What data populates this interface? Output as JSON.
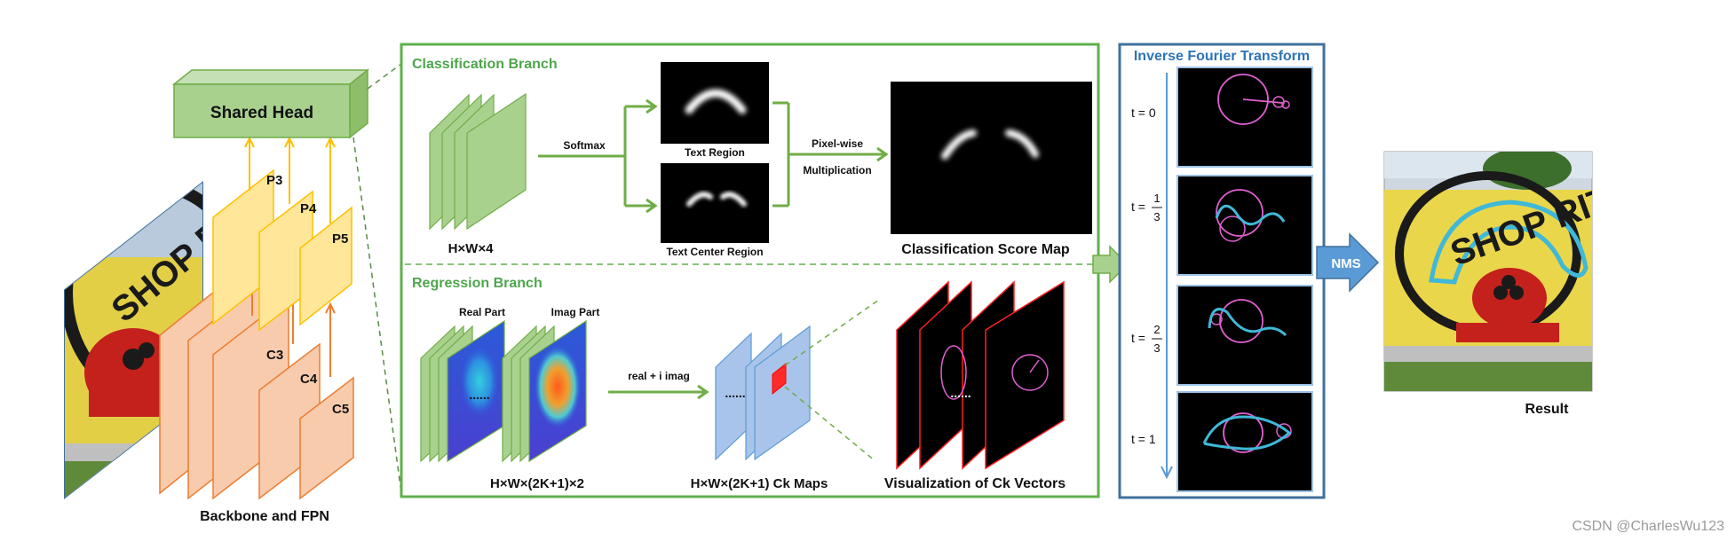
{
  "colors": {
    "green_border": "#5fb04d",
    "green_fill": "#a9d18e",
    "green_title": "#4ea64c",
    "blue_border": "#41719c",
    "blue_title": "#2e75b6",
    "arrow_blue": "#5b9bd5",
    "orange_fill": "#f8cbad",
    "orange_border": "#ed7d31",
    "yellow_fill": "#ffe699",
    "yellow_border": "#ffc000",
    "head_fill": "#a9d18e",
    "red": "#ff0000",
    "curve_pink": "#e060d0",
    "curve_cyan": "#40b8d8",
    "billboard_yellow": "#e9d64a"
  },
  "icons": {
    "billboard": "shop-rite-billboard-photo",
    "heatmap": "gradient-heatmap",
    "score_map": "blurred-arc-map"
  },
  "backbone": {
    "head_label": "Shared Head",
    "fpn_labels": [
      "P3",
      "P4",
      "P5"
    ],
    "backbone_labels": [
      "C3",
      "C4",
      "C5"
    ],
    "caption": "Backbone and FPN"
  },
  "classification": {
    "title": "Classification Branch",
    "input_label": "H×W×4",
    "softmax_label": "Softmax",
    "text_region_label": "Text Region",
    "text_center_label": "Text Center Region",
    "pixelwise_label": "Pixel-wise",
    "multiplication_label": "Multiplication",
    "score_map_label": "Classification Score Map"
  },
  "regression": {
    "title": "Regression Branch",
    "real_part_label": "Real Part",
    "imag_part_label": "Imag Part",
    "input_label": "H×W×(2K+1)×2",
    "op_label": "real + i imag",
    "ck_maps_label": "H×W×(2K+1) Ck Maps",
    "ck_vectors_label": "Visualization of Ck Vectors",
    "dots": "......"
  },
  "ift": {
    "title": "Inverse Fourier Transform",
    "labels": [
      "t = 0",
      "t = 1/3",
      "t = 2/3",
      "t = 1"
    ],
    "t_prefix": "t =",
    "numerators": [
      "1",
      "2"
    ],
    "denominator": "3",
    "t0": "t = 0",
    "t1": "t = 1"
  },
  "nms_label": "NMS",
  "result_label": "Result",
  "billboard_text": "SHOP RITE",
  "watermark": "CSDN @CharlesWu123"
}
